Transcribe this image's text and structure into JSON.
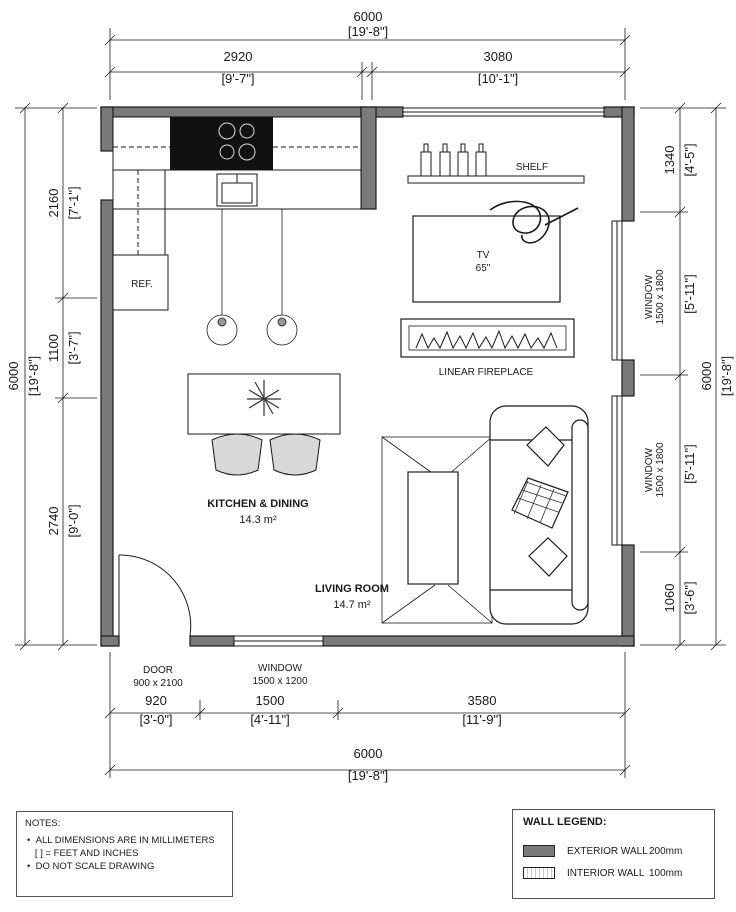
{
  "dimensions": {
    "top_overall": {
      "mm": "6000",
      "imperial": "[19'-8\"]"
    },
    "top_left": {
      "mm": "2920",
      "imperial": "[9'-7\"]"
    },
    "top_right": {
      "mm": "3080",
      "imperial": "[10'-1\"]"
    },
    "left_top": {
      "mm": "2160",
      "imperial": "[7'-1\"]"
    },
    "left_mid": {
      "mm": "1100",
      "imperial": "[3'-7\"]"
    },
    "left_bottom": {
      "mm": "2740",
      "imperial": "[9'-0\"]"
    },
    "left_overall": {
      "mm": "6000",
      "imperial": "[19'-8\"]"
    },
    "right_top": {
      "mm": "1340",
      "imperial": "[4'-5\"]"
    },
    "right_window1": {
      "mm": "[5'-11\"]"
    },
    "right_window2": {
      "mm": "[5'-11\"]"
    },
    "right_bottom": {
      "mm": "1060",
      "imperial": "[3'-6\"]"
    },
    "right_overall": {
      "mm": "6000",
      "imperial": "[19'-8\"]"
    },
    "bottom_door": {
      "mm": "920",
      "imperial": "[3'-0\"]"
    },
    "bottom_window": {
      "mm": "1500",
      "imperial": "[4'-11\"]"
    },
    "bottom_right": {
      "mm": "3580",
      "imperial": "[11'-9\"]"
    },
    "bottom_overall": {
      "mm": "6000",
      "imperial": "[19'-8\"]"
    }
  },
  "labels": {
    "ref": "REF.",
    "shelf": "SHELF",
    "tv": "TV",
    "tv_size": "65\"",
    "fireplace": "LINEAR FIREPLACE",
    "window_right_1": "WINDOW",
    "window_right_1_size": "1500 x 1800",
    "window_right_2": "WINDOW",
    "window_right_2_size": "1500 x 1800",
    "door": "DOOR",
    "door_size": "900 x 2100",
    "window_bottom": "WINDOW",
    "window_bottom_size": "1500 x 1200"
  },
  "rooms": {
    "kitchen": {
      "name": "KITCHEN & DINING",
      "area": "14.3 m²"
    },
    "living": {
      "name": "LIVING ROOM",
      "area": "14.7 m²"
    }
  },
  "notes": {
    "title": "NOTES:",
    "items": [
      "ALL DIMENSIONS ARE IN MILLIMETERS",
      "[ ] = FEET AND INCHES",
      "DO NOT SCALE DRAWING"
    ]
  },
  "legend": {
    "title": "WALL LEGEND:",
    "exterior": {
      "name": "EXTERIOR WALL",
      "size": "200mm"
    },
    "interior": {
      "name": "INTERIOR WALL",
      "size": "100mm"
    }
  },
  "colors": {
    "wall": "#7a7a7a",
    "line": "#1a1a1a"
  }
}
